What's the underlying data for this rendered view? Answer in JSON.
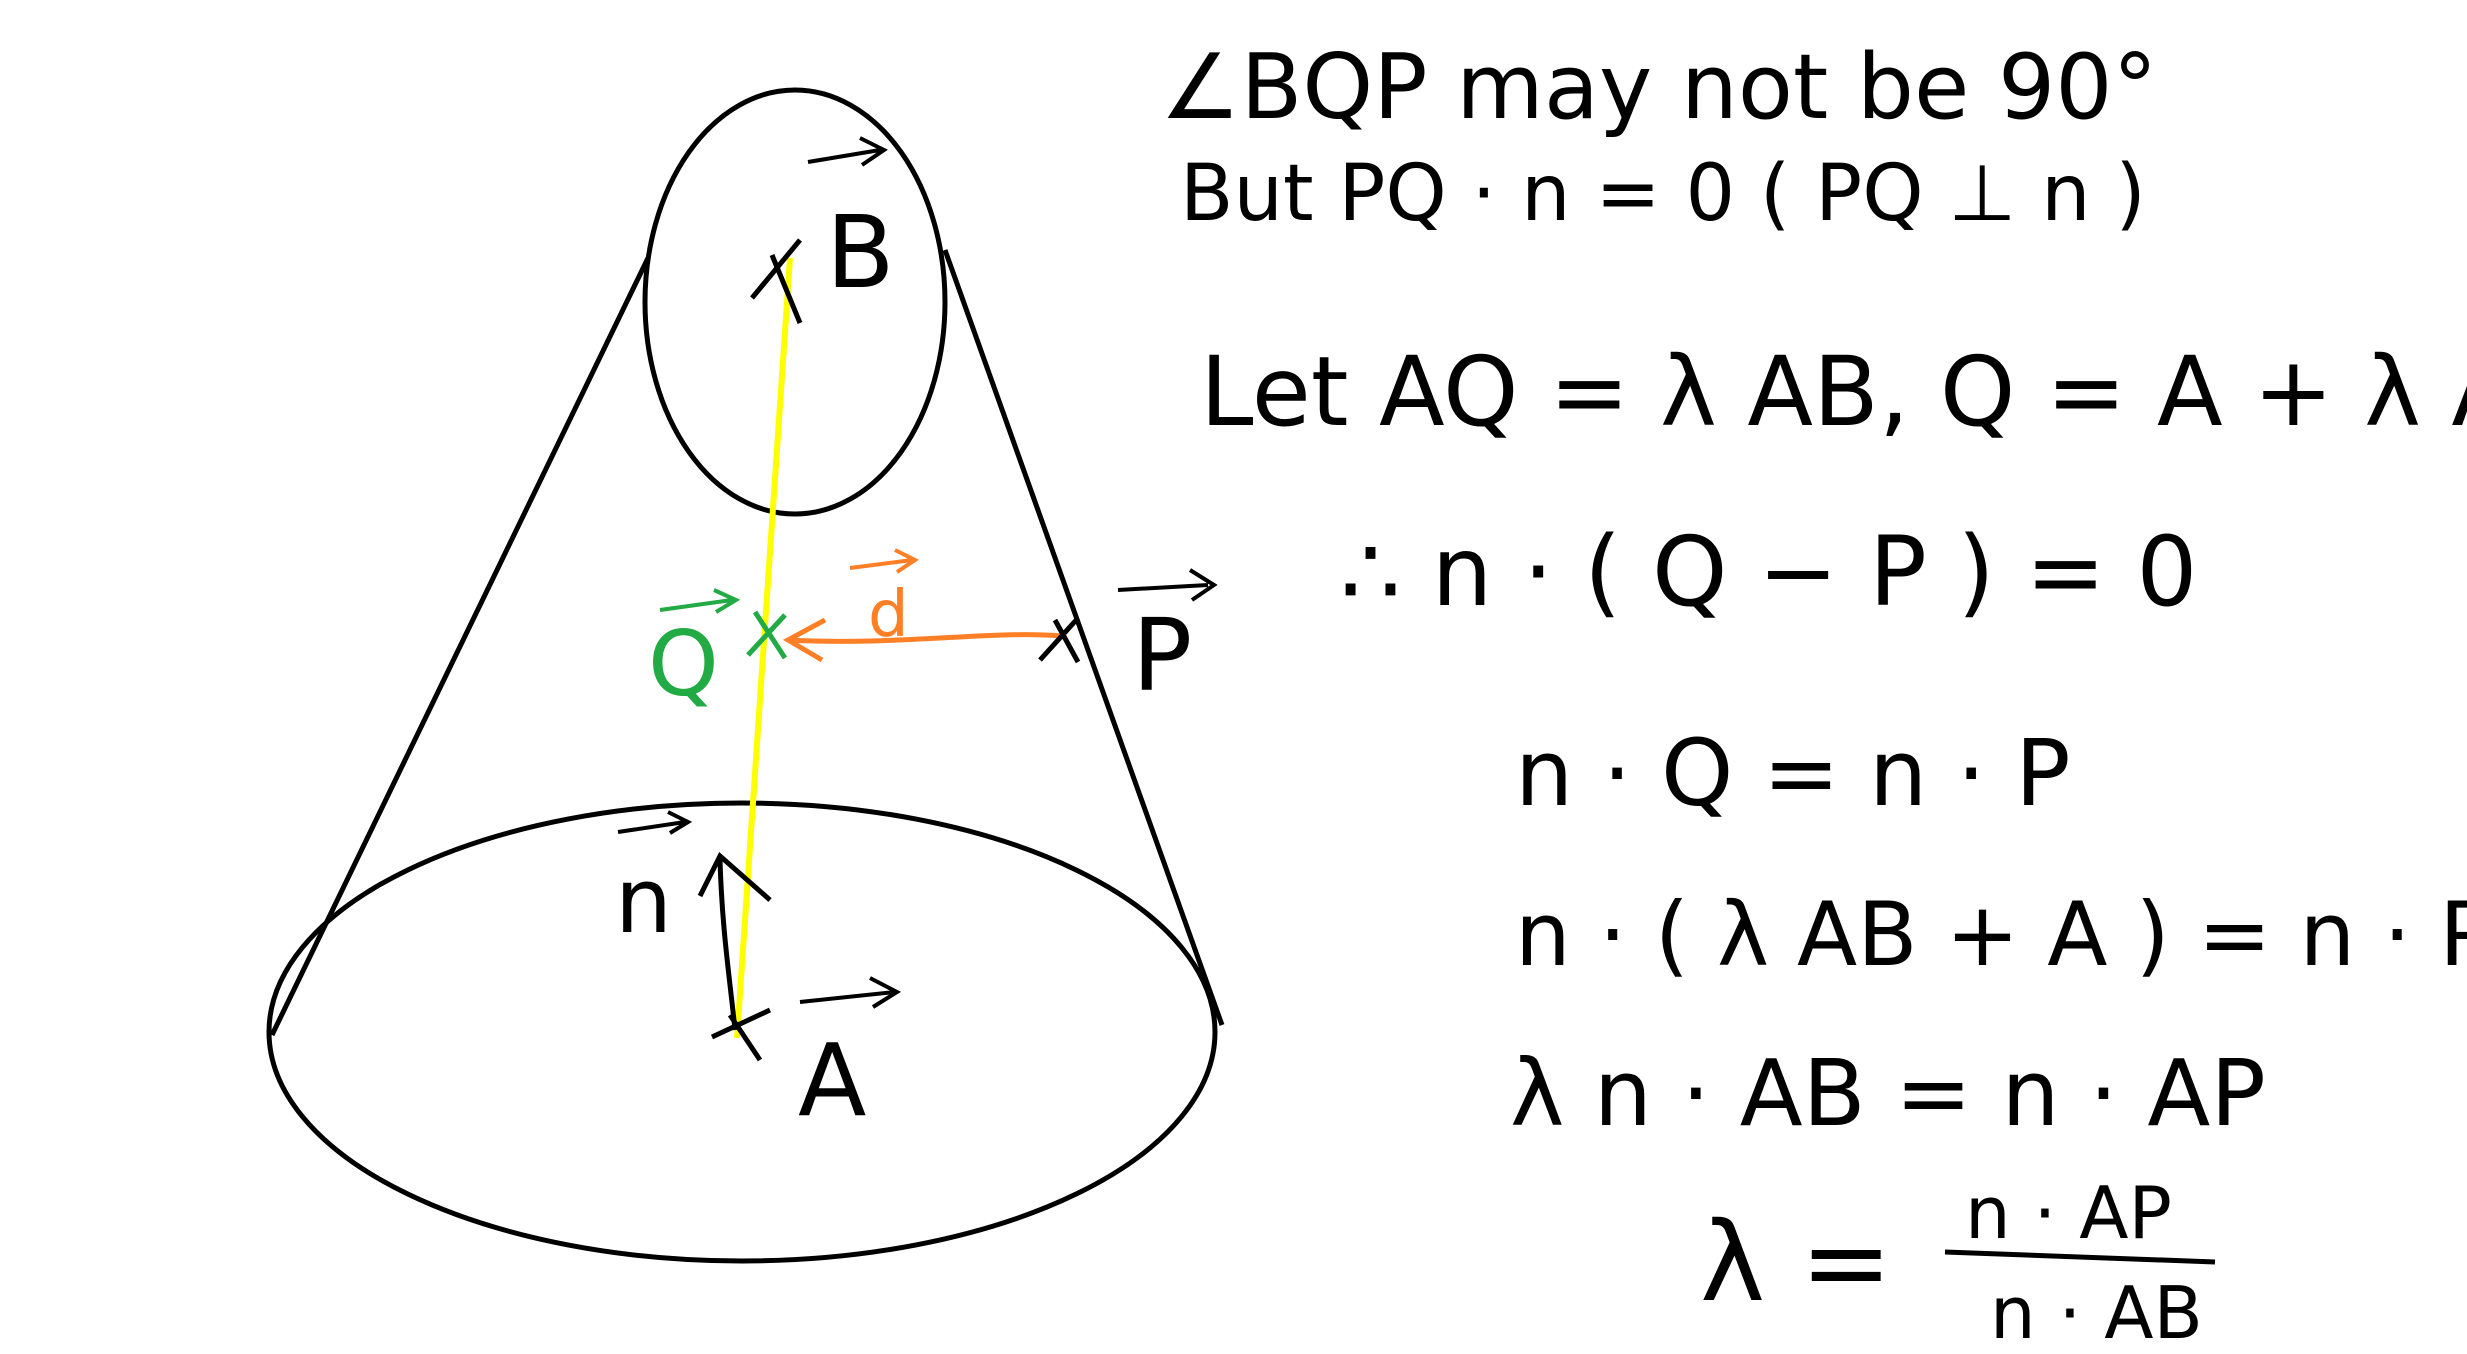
{
  "colors": {
    "ink": "#000000",
    "axis": "#ffff00",
    "point_q": "#22aa44",
    "vector_d": "#ff7f27"
  },
  "diagram": {
    "labels": {
      "B": "B",
      "Q": "Q",
      "d": "d",
      "P": "P",
      "n": "n",
      "A": "A"
    }
  },
  "notes": {
    "line1": "∠BQP may not be 90°",
    "line2": "But PQ · n = 0 ( PQ ⊥ n )",
    "line3": "Let AQ = λ AB, Q = A + λ AB",
    "line4": "∴ n · ( Q − P ) = 0",
    "line5": "n · Q = n · P",
    "line6": "n · ( λ AB + A ) = n · P",
    "line7": "λ n · AB = n · AP",
    "line8_lhs": "λ =",
    "line8_num": "n · AP",
    "line8_den": "n · AB"
  }
}
